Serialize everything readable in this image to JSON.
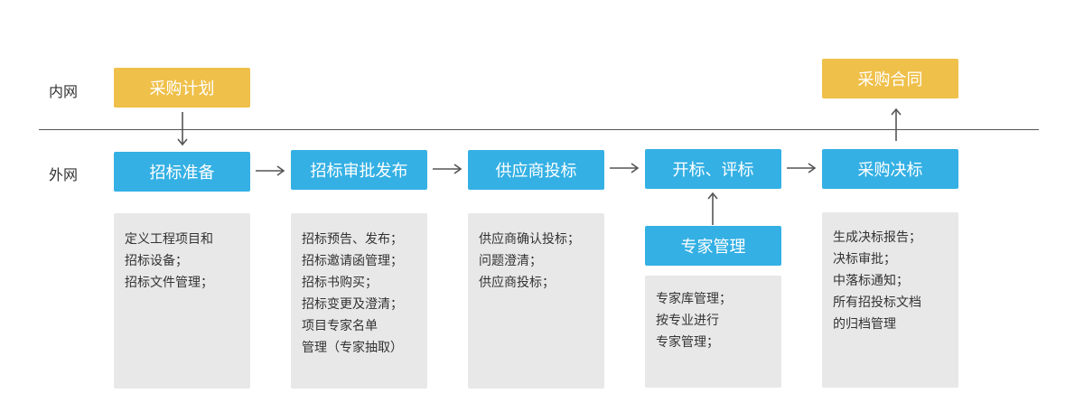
{
  "zones": {
    "intranet": "内网",
    "extranet": "外网"
  },
  "intranet_boxes": {
    "plan": "采购计划",
    "contract": "采购合同"
  },
  "steps": [
    {
      "label": "招标准备",
      "lines": [
        "定义工程项目和",
        "招标设备；",
        "招标文件管理；"
      ]
    },
    {
      "label": "招标审批发布",
      "lines": [
        "招标预告、发布；",
        "招标邀请函管理；",
        "招标书购买；",
        "招标变更及澄清；",
        "项目专家名单",
        "管理（专家抽取）"
      ]
    },
    {
      "label": "供应商投标",
      "lines": [
        "供应商确认投标；",
        "问题澄清；",
        "供应商投标；"
      ]
    },
    {
      "label": "开标、评标",
      "lines": []
    },
    {
      "label": "采购决标",
      "lines": [
        "生成决标报告；",
        "决标审批；",
        "中落标通知；",
        "所有招投标文档",
        "的归档管理"
      ]
    }
  ],
  "expert": {
    "label": "专家管理",
    "lines": [
      "专家库管理；",
      "按专业进行",
      "专家管理；"
    ]
  },
  "colors": {
    "yellow": "#efc04a",
    "blue": "#34b0e4",
    "desc_bg": "#e8e8e8",
    "line": "#555555"
  }
}
